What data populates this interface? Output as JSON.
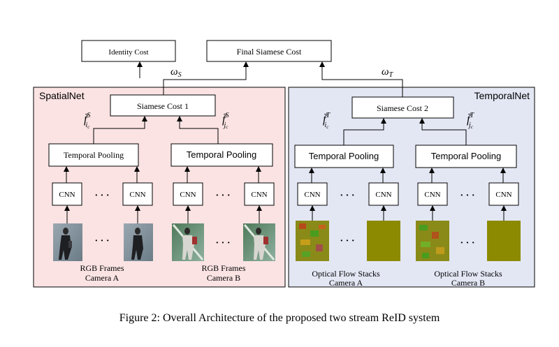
{
  "top": {
    "identity_cost": "Identity Cost",
    "final_siamese_cost": "Final Siamese Cost",
    "omega_s": "ω",
    "omega_s_sub": "S",
    "omega_t": "ω",
    "omega_t_sub": "T"
  },
  "spatial": {
    "title": "SpatialNet",
    "siamese_cost": "Siamese Cost 1",
    "feat_i_sup": "S",
    "feat_j_sup": "S",
    "feat_i_sub": "c",
    "feat_j_sub": "c",
    "pool_a": "Temporal Pooling",
    "pool_b": "Temporal Pooling",
    "cnn": "CNN",
    "dots": "· · ·",
    "caption_a_line1": "RGB Frames",
    "caption_a_line2": "Camera A",
    "caption_b_line1": "RGB Frames",
    "caption_b_line2": "Camera B"
  },
  "temporal": {
    "title": "TemporalNet",
    "siamese_cost": "Siamese Cost 2",
    "feat_i_sup": "T",
    "feat_j_sup": "T",
    "feat_i_sub": "c",
    "feat_j_sub": "c",
    "pool_a": "Temporal Pooling",
    "pool_b": "Temporal Pooling",
    "cnn": "CNN",
    "dots": "· · ·",
    "caption_a_line1": "Optical Flow Stacks",
    "caption_a_line2": "Camera A",
    "caption_b_line1": "Optical Flow Stacks",
    "caption_b_line2": "Camera B"
  },
  "feature_symbols": {
    "f": "f̄",
    "i": "i",
    "j": "j"
  },
  "caption": "Figure 2: Overall Architecture of the proposed two stream ReID system",
  "colors": {
    "spatial_bg": "#fbe3e3",
    "temporal_bg": "#e3e7f4",
    "border": "#000000",
    "flow_olive": "#8c8a00"
  }
}
